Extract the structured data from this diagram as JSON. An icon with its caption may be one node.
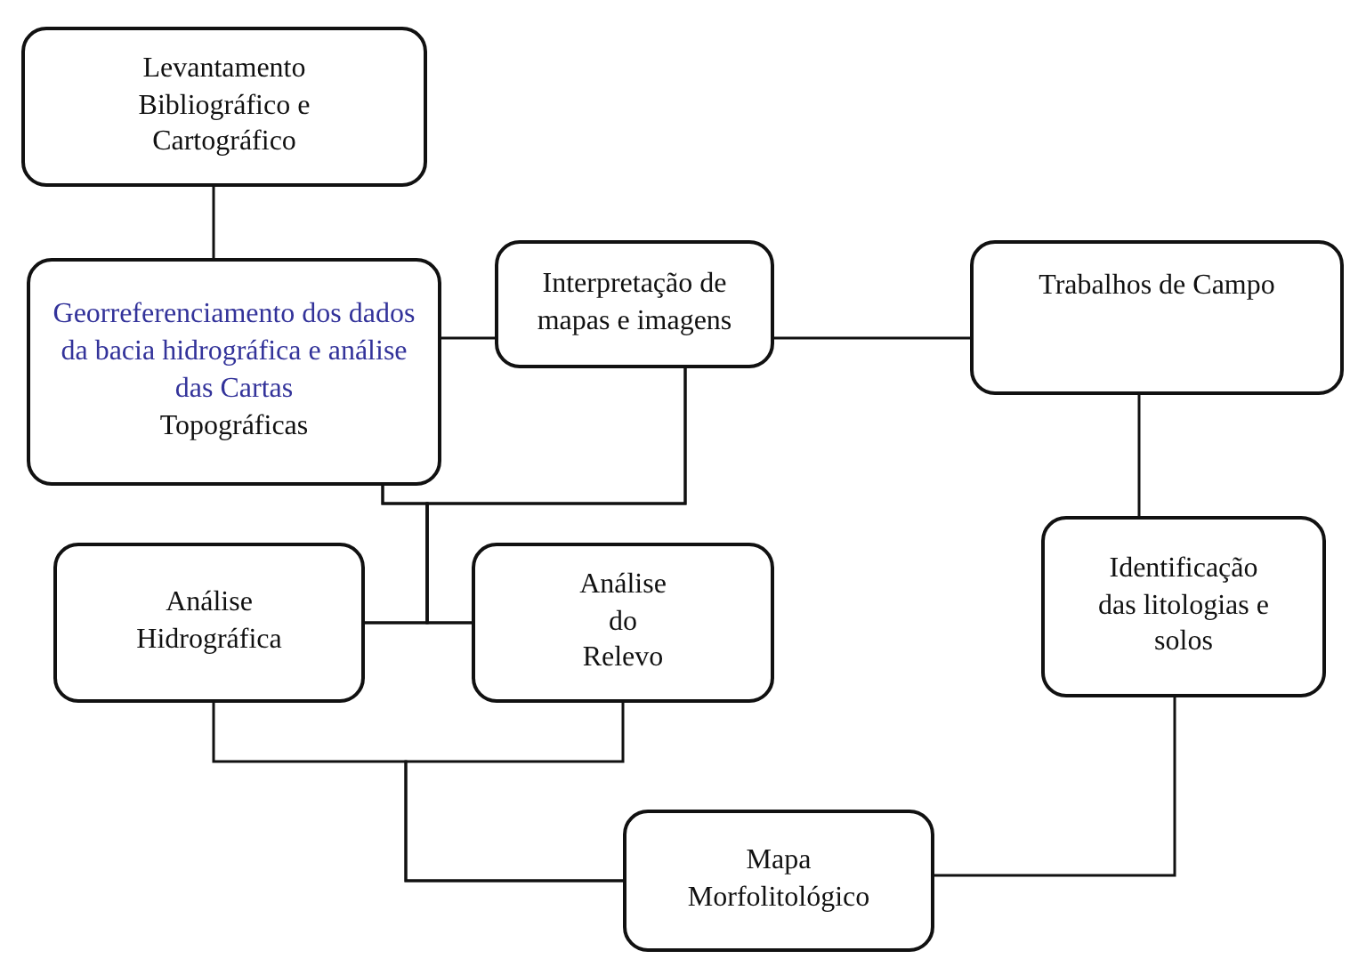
{
  "diagram": {
    "nodes": [
      {
        "text": [
          "Levantamento Bibliográfico e Cartográfico"
        ]
      },
      {
        "text": [
          "Georreferenciamento dos dados da bacia hidrográfica e análise das Cartas",
          "Topográficas"
        ]
      },
      {
        "text": [
          "Interpretação de mapas e imagens"
        ]
      },
      {
        "text": [
          "Trabalhos de Campo"
        ]
      },
      {
        "text": [
          "Análise Hidrográfica"
        ]
      },
      {
        "text": [
          "Análise do Relevo"
        ]
      },
      {
        "text": [
          "Identificação das litologias e solos"
        ]
      },
      {
        "text": [
          "Mapa Morfolitológico"
        ]
      }
    ],
    "edges": [
      {
        "from": 0,
        "to": 1,
        "arrow": "none"
      },
      {
        "from": 1,
        "to": 2,
        "arrow": "none"
      },
      {
        "from": 2,
        "to": 3,
        "arrow": "none"
      },
      {
        "from": 3,
        "to": 6,
        "arrow": "none"
      },
      {
        "from": 1,
        "to": 4,
        "arrow": "none"
      },
      {
        "from": 1,
        "to": 5,
        "arrow": "none"
      },
      {
        "from": 2,
        "to": 4,
        "arrow": "none"
      },
      {
        "from": 2,
        "to": 5,
        "arrow": "none"
      },
      {
        "from": 4,
        "to": 7,
        "arrow": "none"
      },
      {
        "from": 5,
        "to": 7,
        "arrow": "none"
      },
      {
        "from": 6,
        "to": 7,
        "arrow": "none"
      }
    ]
  }
}
